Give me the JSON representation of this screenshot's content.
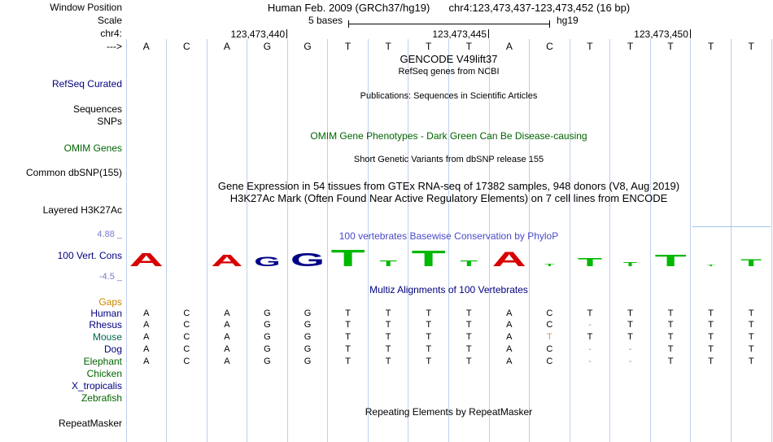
{
  "colors": {
    "grid_line": "#bfcfec",
    "navy": "#000080",
    "dark_green": "#006400",
    "teal_green": "#006650",
    "orange": "#cc8800",
    "slate_blue": "#7878c8",
    "cons_title_blue": "#4a4ac8",
    "base_A": "#d80000",
    "base_C": "#0000d8",
    "base_G": "#000088",
    "base_T": "#00b800",
    "tan_letter": "#c89664",
    "gap_dash": "#8898b0",
    "cons_baseline": "#9fc5e8"
  },
  "header": {
    "genome_title": "Human Feb. 2009 (GRCh37/hg19)",
    "position_title": "chr4:123,473,437-123,473,452 (16 bp)",
    "window_position_label": "Window Position",
    "scale_row_label": "Scale",
    "scale_label": "5 bases",
    "assembly_label": "hg19",
    "chrom_label": "chr4:",
    "strand_label": "--->"
  },
  "ruler": {
    "ticks": [
      {
        "label": "123,473,440",
        "col": 4
      },
      {
        "label": "123,473,445",
        "col": 9
      },
      {
        "label": "123,473,450",
        "col": 14
      }
    ]
  },
  "sequence": [
    "A",
    "C",
    "A",
    "G",
    "G",
    "T",
    "T",
    "T",
    "T",
    "A",
    "C",
    "T",
    "T",
    "T",
    "T",
    "T"
  ],
  "tracks": {
    "gencode_title": "GENCODE V49lift37",
    "gencode_subtitle": "RefSeq genes from NCBI",
    "refseq_label": "RefSeq Curated",
    "sequences_label": "Sequences",
    "snps_label": "SNPs",
    "publications_title": "Publications: Sequences in Scientific Articles",
    "omim_label": "OMIM Genes",
    "omim_title": "OMIM Gene Phenotypes - Dark Green Can Be Disease-causing",
    "dbsnp_label": "Common dbSNP(155)",
    "dbsnp_title": "Short Genetic Variants from dbSNP release 155",
    "gtex_title": "Gene Expression in 54 tissues from GTEx RNA-seq of 17382 samples, 948 donors (V8, Aug 2019)",
    "h3k27ac_label": "Layered H3K27Ac",
    "h3k27ac_title": "H3K27Ac Mark (Often Found Near Active Regulatory Elements) on 7 cell lines from ENCODE",
    "repeatmasker_label": "RepeatMasker",
    "repeatmasker_title": "Repeating Elements by RepeatMasker"
  },
  "conservation": {
    "label": "100 Vert. Cons",
    "title": "100 vertebrates Basewise Conservation by PhyloP",
    "max_label": "4.88 _",
    "min_label": "-4.5 _",
    "logo": [
      {
        "base": "A",
        "height": 17
      },
      {
        "base": "C",
        "height": 0
      },
      {
        "base": "A",
        "height": 15
      },
      {
        "base": "G",
        "height": 12
      },
      {
        "base": "G",
        "height": 17
      },
      {
        "base": "T",
        "height": 21
      },
      {
        "base": "T",
        "height": 7
      },
      {
        "base": "T",
        "height": 20
      },
      {
        "base": "T",
        "height": 7
      },
      {
        "base": "A",
        "height": 18
      },
      {
        "base": "T",
        "height": 3
      },
      {
        "base": "T",
        "height": 11
      },
      {
        "base": "T",
        "height": 5
      },
      {
        "base": "T",
        "height": 15
      },
      {
        "base": "T",
        "height": 2
      },
      {
        "base": "T",
        "height": 9
      }
    ]
  },
  "alignment": {
    "title": "Multiz Alignments of 100 Vertebrates",
    "gaps_label": "Gaps",
    "species": [
      {
        "name": "Human",
        "color": "navy",
        "bases": [
          "A",
          "C",
          "A",
          "G",
          "G",
          "T",
          "T",
          "T",
          "T",
          "A",
          "C",
          "T",
          "T",
          "T",
          "T",
          "T"
        ],
        "tan": []
      },
      {
        "name": "Rhesus",
        "color": "navy",
        "bases": [
          "A",
          "C",
          "A",
          "G",
          "G",
          "T",
          "T",
          "T",
          "T",
          "A",
          "C",
          "-",
          "T",
          "T",
          "T",
          "T"
        ],
        "tan": []
      },
      {
        "name": "Mouse",
        "color": "teal_green",
        "bases": [
          "A",
          "C",
          "A",
          "G",
          "G",
          "T",
          "T",
          "T",
          "T",
          "A",
          "T",
          "T",
          "T",
          "T",
          "T",
          "T"
        ],
        "tan": [
          10
        ]
      },
      {
        "name": "Dog",
        "color": "navy",
        "bases": [
          "A",
          "C",
          "A",
          "G",
          "G",
          "T",
          "T",
          "T",
          "T",
          "A",
          "C",
          "-",
          "-",
          "T",
          "T",
          "T"
        ],
        "tan": []
      },
      {
        "name": "Elephant",
        "color": "dark_green",
        "bases": [
          "A",
          "C",
          "A",
          "G",
          "G",
          "T",
          "T",
          "T",
          "T",
          "A",
          "C",
          "-",
          "-",
          "T",
          "T",
          "T"
        ],
        "tan": []
      },
      {
        "name": "Chicken",
        "color": "dark_green",
        "bases": [],
        "tan": []
      },
      {
        "name": "X_tropicalis",
        "color": "navy",
        "bases": [],
        "tan": []
      },
      {
        "name": "Zebrafish",
        "color": "dark_green",
        "bases": [],
        "tan": []
      }
    ]
  }
}
